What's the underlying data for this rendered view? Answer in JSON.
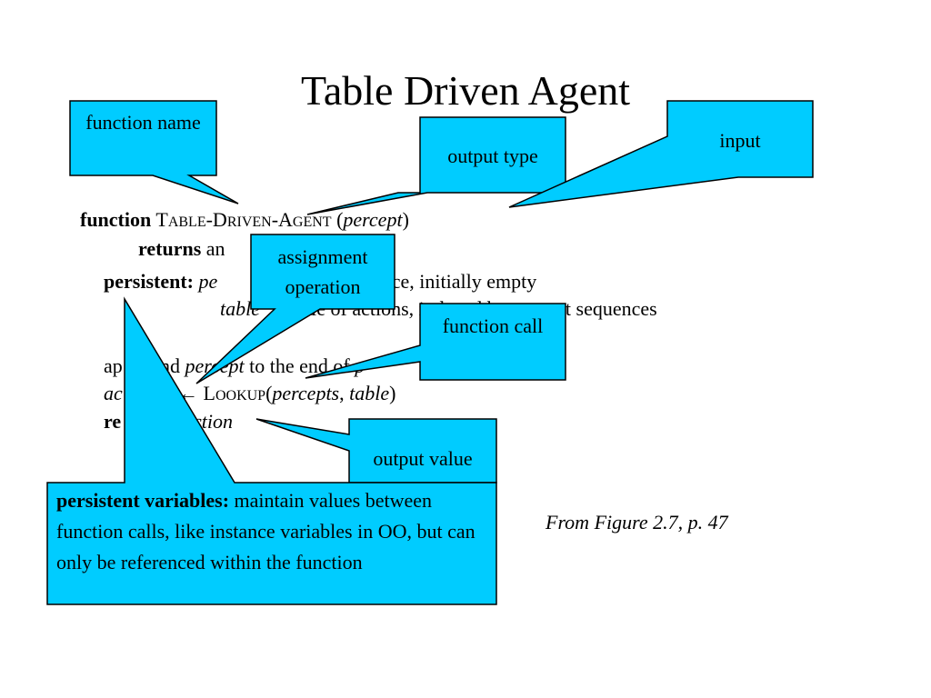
{
  "slide": {
    "title": "Table Driven Agent",
    "caption": "From Figure 2.7, p. 47"
  },
  "code": {
    "line1": {
      "kw": "function",
      "name_t": "T",
      "name_able": "ABLE",
      "name_dash1": "-",
      "name_d": "D",
      "name_riven": "RIVEN",
      "name_dash2": "-",
      "name_a": "A",
      "name_gent": "GENT",
      "open": "(",
      "param": "percept",
      "close": ")"
    },
    "line2": {
      "kw": "returns",
      "rest": "an"
    },
    "line3": {
      "kw": "persistent:",
      "var": "pe",
      "rest": "ence, initially empty"
    },
    "line4": {
      "var": "table",
      "rest": "a table of actions, indexed by percept sequences"
    },
    "line5": {
      "pre": "ap",
      "mid": "nd",
      "var": "percept",
      "rest": "to the end of",
      "var2": "p"
    },
    "line6": {
      "var": "ac",
      "arrow": "←",
      "fn_l": "L",
      "fn_ookup": "OOKUP",
      "open": "(",
      "arg1": "percepts",
      "comma": ",",
      "arg2": "table",
      "close": ")"
    },
    "line7": {
      "kw": "re",
      "var": "ction"
    }
  },
  "callouts": {
    "function_name": "function name",
    "output_type": "output type",
    "input": "input",
    "assignment": "assignment operation",
    "function_call": "function call",
    "output_value": "output value"
  },
  "note": {
    "bold": "persistent variables:",
    "text": " maintain values between function calls, like instance variables in OO, but can only be referenced within the function"
  },
  "colors": {
    "callout_fill": "#00ccff",
    "callout_stroke": "#000000"
  }
}
